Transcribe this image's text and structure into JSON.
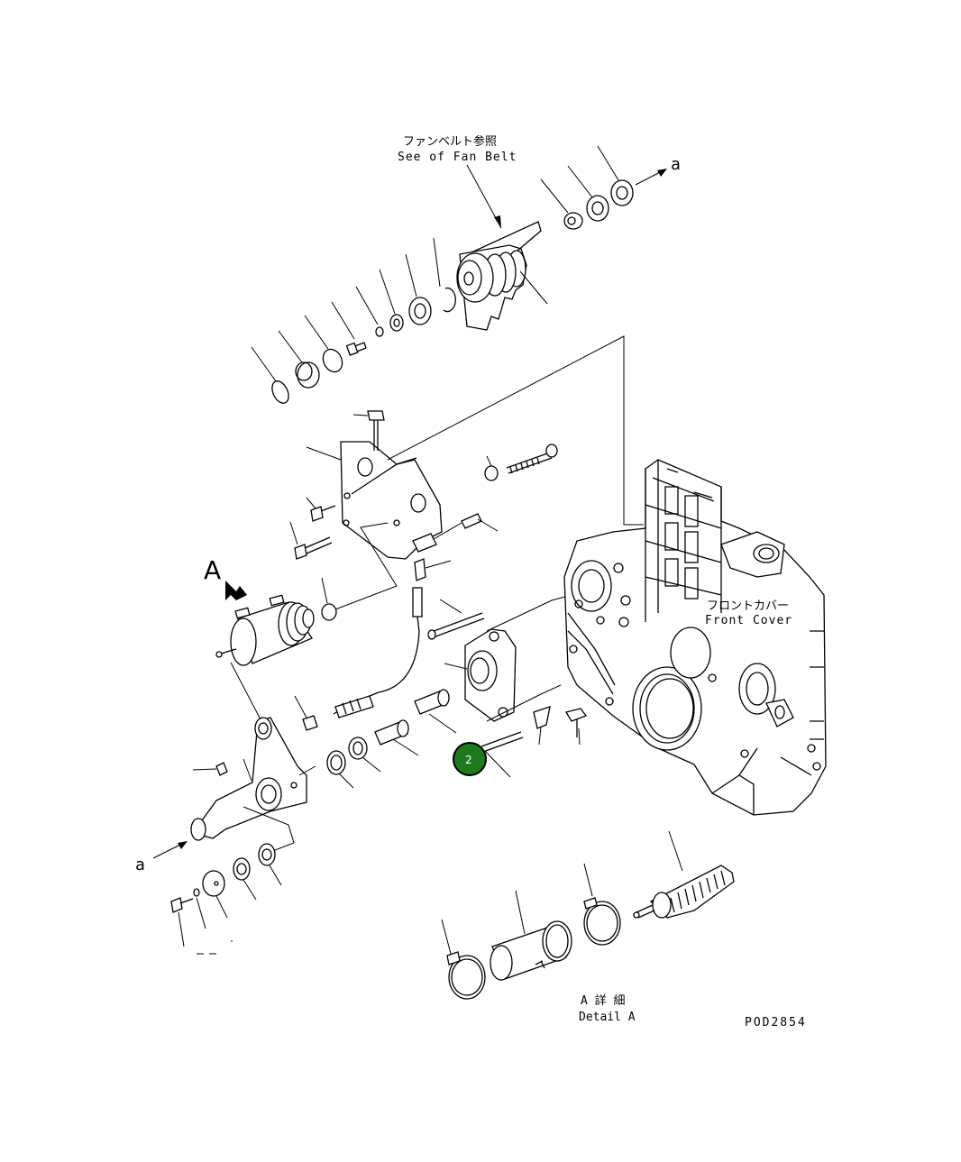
{
  "labels": {
    "fan_belt_jp": "ファンベルト参照",
    "fan_belt_en": "See of Fan Belt",
    "front_cover_jp": "フロントカバー",
    "front_cover_en": "Front Cover",
    "view_a": "A",
    "conn_a_top": "a",
    "conn_a_left": "a",
    "detail_a_jp": "A 詳 細",
    "detail_a_en": "Detail A",
    "drawing_no": "POD2854"
  },
  "callout": {
    "number": "2",
    "color": "#1e7a1e",
    "border": "#000000"
  }
}
